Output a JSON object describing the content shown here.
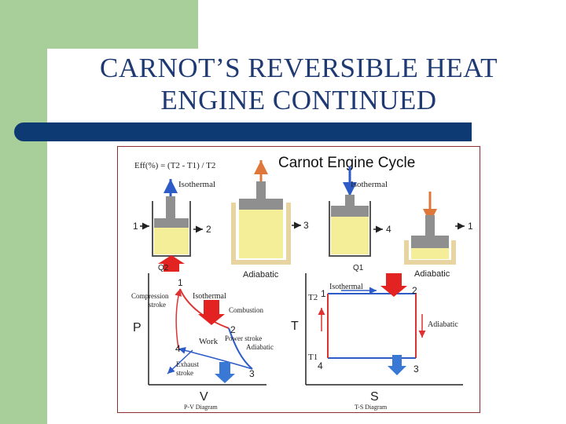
{
  "slide": {
    "title_line1": "CARNOT’S REVERSIBLE HEAT",
    "title_line2": "ENGINE CONTINUED"
  },
  "figure": {
    "efficiency_formula": "Eff(%) = (T2 - T1) / T2",
    "title": "Carnot Engine Cycle",
    "cylinders": [
      {
        "label": "Isothermal",
        "from": "1",
        "to": "2",
        "heat": "Q2"
      },
      {
        "label": "Adiabatic",
        "from": "",
        "to": "3"
      },
      {
        "label": "Isothermal",
        "from": "",
        "to": "4",
        "heat": "Q1"
      },
      {
        "label": "Adiabatic",
        "from": "",
        "to": "1"
      }
    ],
    "pv": {
      "y_axis": "P",
      "x_axis": "V",
      "caption": "P-V Diagram",
      "compression_line1": "Compression",
      "compression_line2": "stroke",
      "isothermal": "Isothermal",
      "combustion": "Combustion",
      "power_line1": "Power stroke",
      "power_line2": "Adiabatic",
      "work": "Work",
      "exhaust_line1": "Exhaust",
      "exhaust_line2": "stroke",
      "points": [
        "1",
        "2",
        "3",
        "4"
      ]
    },
    "ts": {
      "y_axis": "T",
      "x_axis": "S",
      "caption": "T-S Diagram",
      "t2": "T2",
      "t1": "T1",
      "isothermal": "Isothermal",
      "adiabatic": "Adiabatic",
      "points": [
        "1",
        "2",
        "3",
        "4"
      ]
    }
  },
  "colors": {
    "accent_green": "#a8cf9a",
    "title_color": "#1f3a73",
    "bar_color": "#0e3a73",
    "heat_red": "#e32222",
    "arrow_blue": "#2d5cc9",
    "arrow_orange": "#e0773a",
    "cylinder_gas": "#f4ee98",
    "piston_gray": "#8f8f8f"
  }
}
